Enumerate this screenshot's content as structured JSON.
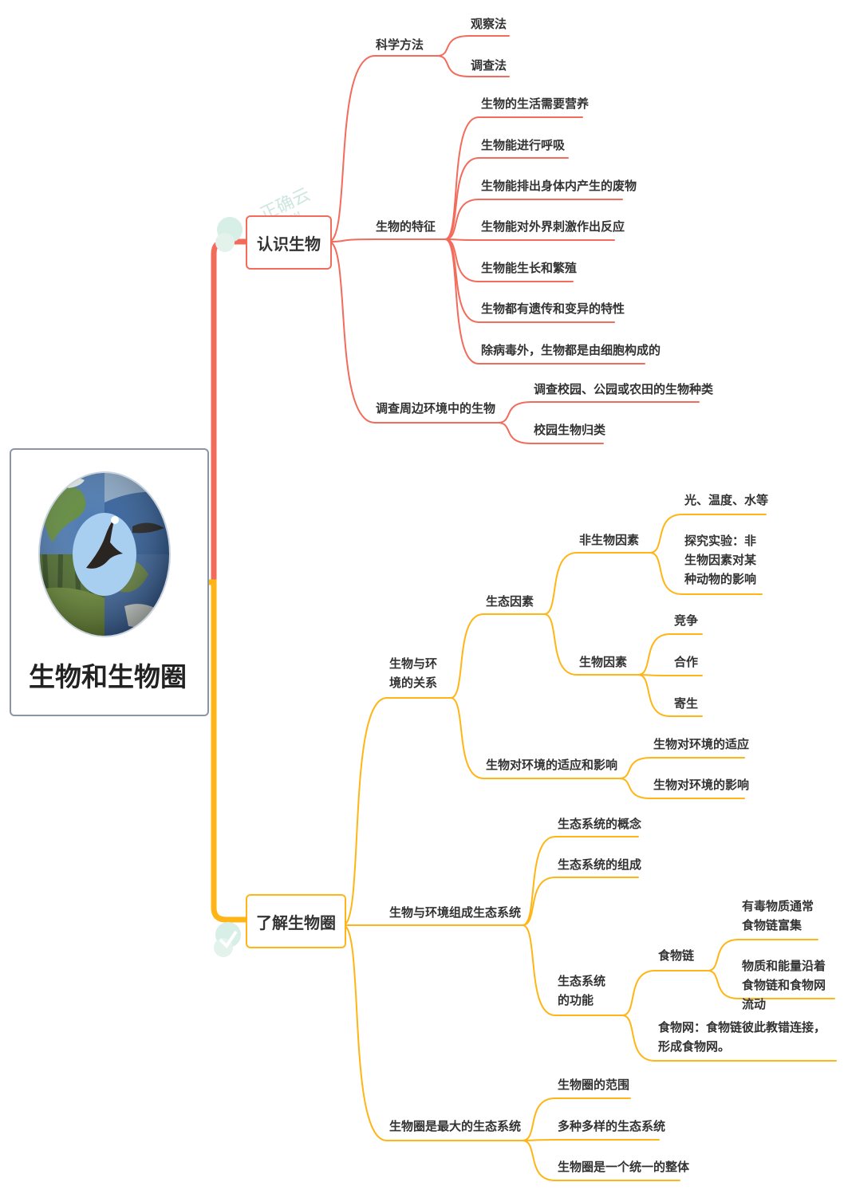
{
  "colors": {
    "red": "#f26b5b",
    "orange": "#ffb515"
  },
  "root": {
    "title": "生物和生物圈",
    "image_icon": "globe-eagle-icon"
  },
  "watermark": {
    "cn": "正确云",
    "en": "ZQY.COM"
  },
  "branch1": {
    "title": "认识生物",
    "method": {
      "label": "科学方法",
      "items": [
        "观察法",
        "调查法"
      ]
    },
    "traits": {
      "label": "生物的特征",
      "items": [
        "生物的生活需要营养",
        "生物能进行呼吸",
        "生物能排出身体内产生的废物",
        "生物能对外界刺激作出反应",
        "生物能生长和繁殖",
        "生物都有遗传和变异的特性",
        "除病毒外，生物都是由细胞构成的"
      ]
    },
    "survey": {
      "label": "调查周边环境中的生物",
      "items": [
        "调查校园、公园或农田的生物种类",
        "校园生物归类"
      ]
    }
  },
  "branch2": {
    "title": "了解生物圈",
    "relation": {
      "label": "生物与环境的关系",
      "factors": {
        "label": "生态因素",
        "abiotic": {
          "label": "非生物因素",
          "items": [
            "光、温度、水等",
            "探究实验：非生物因素对某种动物的影响"
          ]
        },
        "biotic": {
          "label": "生物因素",
          "items": [
            "竞争",
            "合作",
            "寄生"
          ]
        }
      },
      "adapt": {
        "label": "生物对环境的适应和影响",
        "items": [
          "生物对环境的适应",
          "生物对环境的影响"
        ]
      }
    },
    "ecosystem": {
      "label": "生物与环境组成生态系统",
      "concept": "生态系统的概念",
      "composition": "生态系统的组成",
      "function": {
        "label": "生态系统的功能",
        "chain": {
          "label": "食物链",
          "items": [
            "有毒物质通常食物链富集",
            "物质和能量沿着食物链和食物网流动"
          ]
        },
        "web": "食物网：食物链彼此教错连接，形成食物网。"
      }
    },
    "biosphere": {
      "label": "生物圈是最大的生态系统",
      "items": [
        "生物圈的范围",
        "多种多样的生态系统",
        "生物圈是一个统一的整体"
      ]
    }
  }
}
